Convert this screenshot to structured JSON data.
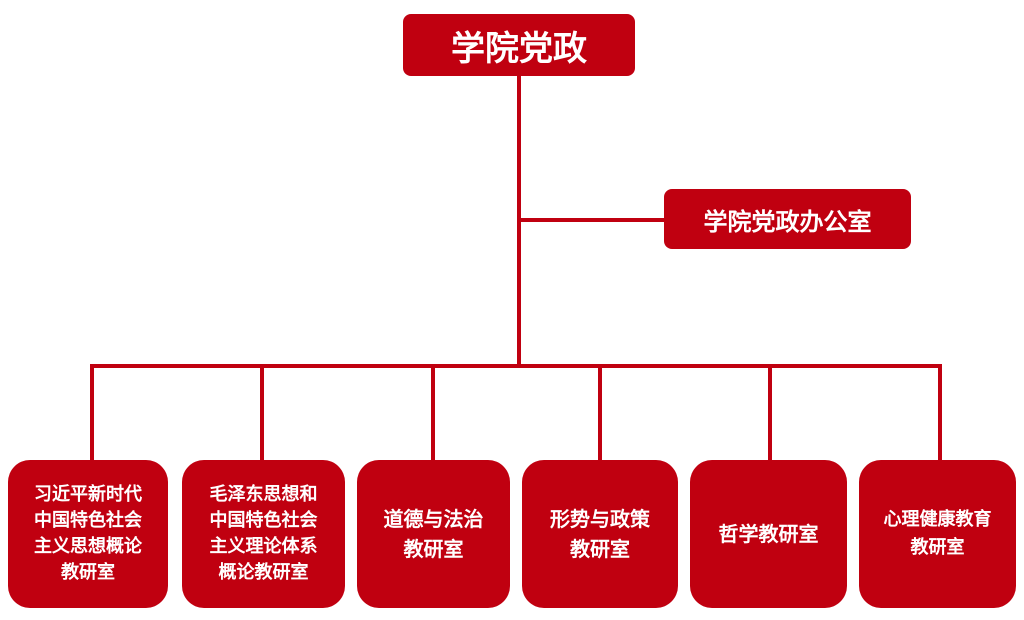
{
  "root": {
    "label": "学院党政"
  },
  "office": {
    "label": "学院党政办公室"
  },
  "departments": [
    {
      "label": "习近平新时代\n中国特色社会\n主义思想概论\n教研室"
    },
    {
      "label": "毛泽东思想和\n中国特色社会\n主义理论体系\n概论教研室"
    },
    {
      "label": "道德与法治\n教研室"
    },
    {
      "label": "形势与政策\n教研室"
    },
    {
      "label": "哲学教研室"
    },
    {
      "label": "心理健康教育\n教研室"
    }
  ],
  "colors": {
    "primary": "#c00010",
    "text": "#ffffff"
  }
}
